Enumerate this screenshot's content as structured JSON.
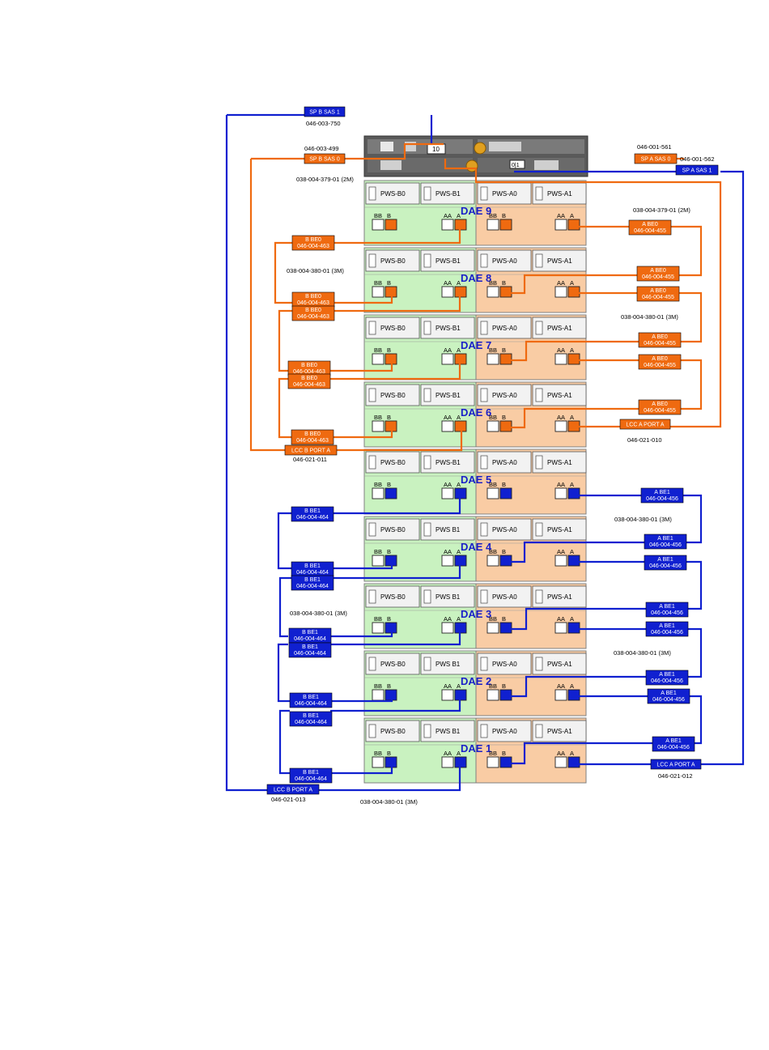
{
  "colors": {
    "orange": "#ef6a10",
    "blue": "#1020d0",
    "green_panel": "#c9f2c0",
    "orange_panel": "#f9cca4",
    "dae_label": "#1a20c8"
  },
  "sp_unit": {
    "center_text": "10",
    "right_text": "0|1"
  },
  "daes": [
    {
      "label": "DAE 9",
      "cable_color": "orange",
      "psu": [
        "PWS-B0",
        "PWS-B1",
        "PWS-A0",
        "PWS-A1"
      ],
      "ports": [
        "BB",
        "B",
        "AA",
        "A",
        "BB",
        "B",
        "AA",
        "A"
      ]
    },
    {
      "label": "DAE 8",
      "cable_color": "orange",
      "psu": [
        "PWS-B0",
        "PWS-B1",
        "PWS-A0",
        "PWS-A1"
      ],
      "ports": [
        "BB",
        "B",
        "AA",
        "A",
        "BB",
        "B",
        "AA",
        "A"
      ]
    },
    {
      "label": "DAE 7",
      "cable_color": "orange",
      "psu": [
        "PWS-B0",
        "PWS-B1",
        "PWS-A0",
        "PWS-A1"
      ],
      "ports": [
        "BB",
        "B",
        "AA",
        "A",
        "BB",
        "B",
        "AA",
        "A"
      ]
    },
    {
      "label": "DAE 6",
      "cable_color": "orange",
      "psu": [
        "PWS-B0",
        "PWS-B1",
        "PWS-A0",
        "PWS-A1"
      ],
      "ports": [
        "BB",
        "B",
        "AA",
        "A",
        "BB",
        "B",
        "AA",
        "A"
      ]
    },
    {
      "label": "DAE 5",
      "cable_color": "blue",
      "psu": [
        "PWS-B0",
        "PWS-B1",
        "PWS-A0",
        "PWS-A1"
      ],
      "ports": [
        "BB",
        "B",
        "AA",
        "A",
        "BB",
        "B",
        "AA",
        "A"
      ]
    },
    {
      "label": "DAE 4",
      "cable_color": "blue",
      "psu": [
        "PWS-B0",
        "PWS B1",
        "PWS-A0",
        "PWS-A1"
      ],
      "ports": [
        "BB",
        "B",
        "AA",
        "A",
        "BB",
        "B",
        "AA",
        "A"
      ]
    },
    {
      "label": "DAE 3",
      "cable_color": "blue",
      "psu": [
        "PWS-B0",
        "PWS B1",
        "PWS-A0",
        "PWS-A1"
      ],
      "ports": [
        "BB",
        "B",
        "AA",
        "A",
        "BB",
        "B",
        "AA",
        "A"
      ]
    },
    {
      "label": "DAE 2",
      "cable_color": "blue",
      "psu": [
        "PWS-B0",
        "PWS B1",
        "PWS-A0",
        "PWS-A1"
      ],
      "ports": [
        "BB",
        "B",
        "AA",
        "A",
        "BB",
        "B",
        "AA",
        "A"
      ]
    },
    {
      "label": "DAE 1",
      "cable_color": "blue",
      "psu": [
        "PWS-B0",
        "PWS B1",
        "PWS-A0",
        "PWS-A1"
      ],
      "ports": [
        "BB",
        "B",
        "AA",
        "A",
        "BB",
        "B",
        "AA",
        "A"
      ]
    }
  ],
  "tags": [
    {
      "id": "sp-b-sas1",
      "color": "blue",
      "lines": [
        "SP B SAS 1"
      ]
    },
    {
      "id": "sp-b-sas0",
      "color": "orange",
      "lines": [
        "SP B SAS 0"
      ]
    },
    {
      "id": "sp-a-sas0",
      "color": "orange",
      "lines": [
        "SP A SAS 0"
      ]
    },
    {
      "id": "sp-a-sas1",
      "color": "blue",
      "lines": [
        "SP A SAS 1"
      ]
    },
    {
      "id": "bbe0-1",
      "color": "orange",
      "lines": [
        "B BE0",
        "046-004-463"
      ]
    },
    {
      "id": "bbe0-2",
      "color": "orange",
      "lines": [
        "B BE0",
        "046-004-463"
      ]
    },
    {
      "id": "bbe0-3",
      "color": "orange",
      "lines": [
        "B BE0",
        "046-004-463"
      ]
    },
    {
      "id": "bbe0-4",
      "color": "orange",
      "lines": [
        "B BE0",
        "046-004-463"
      ]
    },
    {
      "id": "bbe0-5",
      "color": "orange",
      "lines": [
        "B BE0",
        "046-004-463"
      ]
    },
    {
      "id": "bbe0-6",
      "color": "orange",
      "lines": [
        "B BE0",
        "046-004-463"
      ]
    },
    {
      "id": "lcc-b-port-a-orange",
      "color": "orange",
      "lines": [
        "LCC B PORT A"
      ]
    },
    {
      "id": "abe0-1",
      "color": "orange",
      "lines": [
        "A BE0",
        "046-004-455"
      ]
    },
    {
      "id": "abe0-2",
      "color": "orange",
      "lines": [
        "A BE0",
        "046-004-455"
      ]
    },
    {
      "id": "abe0-3",
      "color": "orange",
      "lines": [
        "A BE0",
        "046-004-455"
      ]
    },
    {
      "id": "abe0-4",
      "color": "orange",
      "lines": [
        "A BE0",
        "046-004-455"
      ]
    },
    {
      "id": "abe0-5",
      "color": "orange",
      "lines": [
        "A BE0",
        "046-004-455"
      ]
    },
    {
      "id": "abe0-6",
      "color": "orange",
      "lines": [
        "A BE0",
        "046-004-455"
      ]
    },
    {
      "id": "lcc-a-port-a-orange",
      "color": "orange",
      "lines": [
        "LCC A PORT A"
      ]
    },
    {
      "id": "bbe1-1",
      "color": "blue",
      "lines": [
        "B BE1",
        "046-004-464"
      ]
    },
    {
      "id": "bbe1-2",
      "color": "blue",
      "lines": [
        "B BE1",
        "046-004-464"
      ]
    },
    {
      "id": "bbe1-3",
      "color": "blue",
      "lines": [
        "B BE1",
        "046-004-464"
      ]
    },
    {
      "id": "bbe1-4",
      "color": "blue",
      "lines": [
        "B BE1",
        "046-004-464"
      ]
    },
    {
      "id": "bbe1-5",
      "color": "blue",
      "lines": [
        "B BE1",
        "046-004-464"
      ]
    },
    {
      "id": "bbe1-6",
      "color": "blue",
      "lines": [
        "B BE1",
        "046-004-464"
      ]
    },
    {
      "id": "bbe1-7",
      "color": "blue",
      "lines": [
        "B BE1",
        "046-004-464"
      ]
    },
    {
      "id": "bbe1-8",
      "color": "blue",
      "lines": [
        "B BE1",
        "046-004-464"
      ]
    },
    {
      "id": "lcc-b-port-a-blue",
      "color": "blue",
      "lines": [
        "LCC B PORT A"
      ]
    },
    {
      "id": "abe1-1",
      "color": "blue",
      "lines": [
        "A BE1",
        "046-004-456"
      ]
    },
    {
      "id": "abe1-2",
      "color": "blue",
      "lines": [
        "A BE1",
        "046-004-456"
      ]
    },
    {
      "id": "abe1-3",
      "color": "blue",
      "lines": [
        "A BE1",
        "046-004-456"
      ]
    },
    {
      "id": "abe1-4",
      "color": "blue",
      "lines": [
        "A BE1",
        "046-004-456"
      ]
    },
    {
      "id": "abe1-5",
      "color": "blue",
      "lines": [
        "A BE1",
        "046-004-456"
      ]
    },
    {
      "id": "abe1-6",
      "color": "blue",
      "lines": [
        "A BE1",
        "046-004-456"
      ]
    },
    {
      "id": "abe1-7",
      "color": "blue",
      "lines": [
        "A BE1",
        "046-004-456"
      ]
    },
    {
      "id": "abe1-8",
      "color": "blue",
      "lines": [
        "A BE1",
        "046-004-456"
      ]
    },
    {
      "id": "lcc-a-port-a-blue",
      "color": "blue",
      "lines": [
        "LCC A PORT A"
      ]
    }
  ],
  "labels": [
    {
      "id": "pn-sp-b-sas1",
      "text": "046-003-750"
    },
    {
      "id": "pn-sp-b-sas0",
      "text": "046-003-499"
    },
    {
      "id": "pn-sp-a-sas0",
      "text": "046-001-561"
    },
    {
      "id": "pn-sp-a-sas1",
      "text": "046-001-562"
    },
    {
      "id": "cable-left-top",
      "text": "038-004-379-01 (2M)"
    },
    {
      "id": "cable-right-top",
      "text": "038-004-379-01 (2M)"
    },
    {
      "id": "cable-left-dae8",
      "text": "038-004-380-01 (3M)"
    },
    {
      "id": "cable-right-dae7",
      "text": "038-004-380-01 (3M)"
    },
    {
      "id": "pn-lcc-a-orange",
      "text": "046-021-010"
    },
    {
      "id": "pn-lcc-b-orange",
      "text": "046-021-011"
    },
    {
      "id": "cable-right-dae4",
      "text": "038-004-380-01 (3M)"
    },
    {
      "id": "cable-left-dae3",
      "text": "038-004-380-01 (3M)"
    },
    {
      "id": "cable-right-dae2",
      "text": "038-004-380-01 (3M)"
    },
    {
      "id": "pn-lcc-a-blue",
      "text": "046-021-012"
    },
    {
      "id": "pn-lcc-b-blue",
      "text": "046-021-013"
    },
    {
      "id": "cable-bottom",
      "text": "038-004-380-01 (3M)"
    }
  ]
}
